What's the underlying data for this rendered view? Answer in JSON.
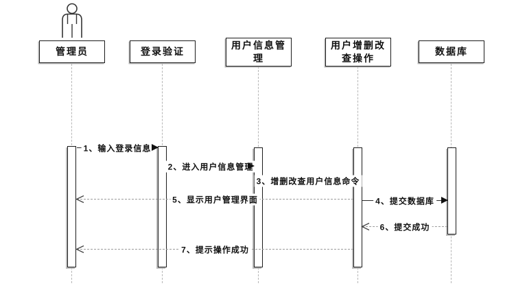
{
  "diagram": {
    "type": "uml-sequence-diagram",
    "background": "#ffffff",
    "colors": {
      "box_border": "#1a1a1a",
      "solid_line": "#2a2a2a",
      "dashed_line": "#9a9a9a",
      "lifeline_dash": "#b5b5b5",
      "shadow": "#bdbdbd",
      "text": "#111111"
    },
    "actor": {
      "name": "管理员",
      "icon": "person-outline"
    },
    "lifelines": [
      {
        "label": "管理员",
        "kind": "actor"
      },
      {
        "label": "登录验证",
        "kind": "object"
      },
      {
        "label": "用户信息管理",
        "kind": "object"
      },
      {
        "label": "用户增删改查操作",
        "kind": "object"
      },
      {
        "label": "数据库",
        "kind": "object"
      }
    ],
    "messages": [
      {
        "seq": "1",
        "label": "1、输入登录信息",
        "from": "管理员",
        "to": "登录验证",
        "line": "solid",
        "arrow": "filled-right"
      },
      {
        "seq": "2",
        "label": "2、进入用户信息管理",
        "from": "登录验证",
        "to": "用户信息管理",
        "line": "solid",
        "arrow": "filled-right"
      },
      {
        "seq": "3",
        "label": "3、增删改查用户信息命令",
        "from": "用户信息管理",
        "to": "用户增删改查操作",
        "line": "none",
        "arrow": "none"
      },
      {
        "seq": "4",
        "label": "4、提交数据库",
        "from": "用户增删改查操作",
        "to": "数据库",
        "line": "solid",
        "arrow": "filled-right"
      },
      {
        "seq": "5",
        "label": "5、显示用户管理界面",
        "from": "用户增删改查操作",
        "to": "管理员",
        "line": "dashed",
        "arrow": "open-left"
      },
      {
        "seq": "6",
        "label": "6、提交成功",
        "from": "数据库",
        "to": "用户增删改查操作",
        "line": "dashed",
        "arrow": "open-left"
      },
      {
        "seq": "7",
        "label": "7、提示操作成功",
        "from": "用户增删改查操作",
        "to": "管理员",
        "line": "dashed",
        "arrow": "open-left"
      }
    ]
  }
}
